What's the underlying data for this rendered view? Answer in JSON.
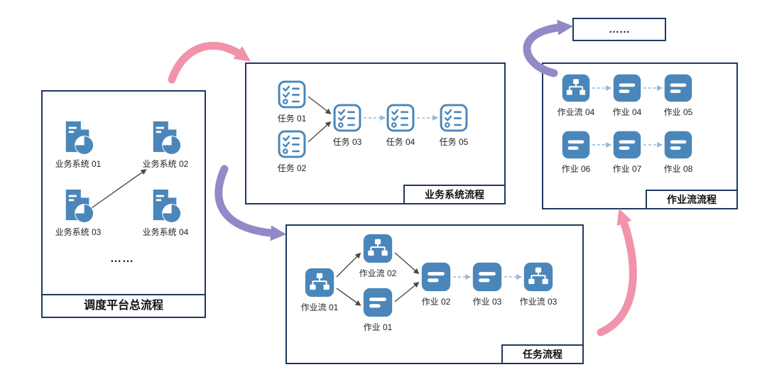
{
  "colors": {
    "border_navy": "#203864",
    "icon_blue": "#4a86ba",
    "arrow_pink": "#f193ab",
    "arrow_purple": "#9289c6",
    "dash_blue": "#9ab8d8",
    "label_text": "#222222"
  },
  "icons": {
    "business_system": "document-pie-icon",
    "task": "checklist-icon",
    "job_flow": "sitemap-icon",
    "job": "list-bars-icon"
  },
  "boxes": {
    "platform": {
      "title": "调度平台总流程",
      "items": [
        "业务系统 01",
        "业务系统 02",
        "业务系统 03",
        "业务系统 04"
      ],
      "ellipsis": "……"
    },
    "business": {
      "title": "业务系统流程",
      "items": [
        "任务 01",
        "任务 02",
        "任务 03",
        "任务 04",
        "任务 05"
      ]
    },
    "task": {
      "title": "任务流程",
      "items": [
        "作业流 01",
        "作业流 02",
        "作业 01",
        "作业 02",
        "作业 03",
        "作业流 03"
      ]
    },
    "jobflow": {
      "title": "作业流流程",
      "items": [
        "作业流 04",
        "作业 04",
        "作业 05",
        "作业 06",
        "作业 07",
        "作业 08"
      ]
    },
    "more": {
      "label": "……"
    }
  }
}
